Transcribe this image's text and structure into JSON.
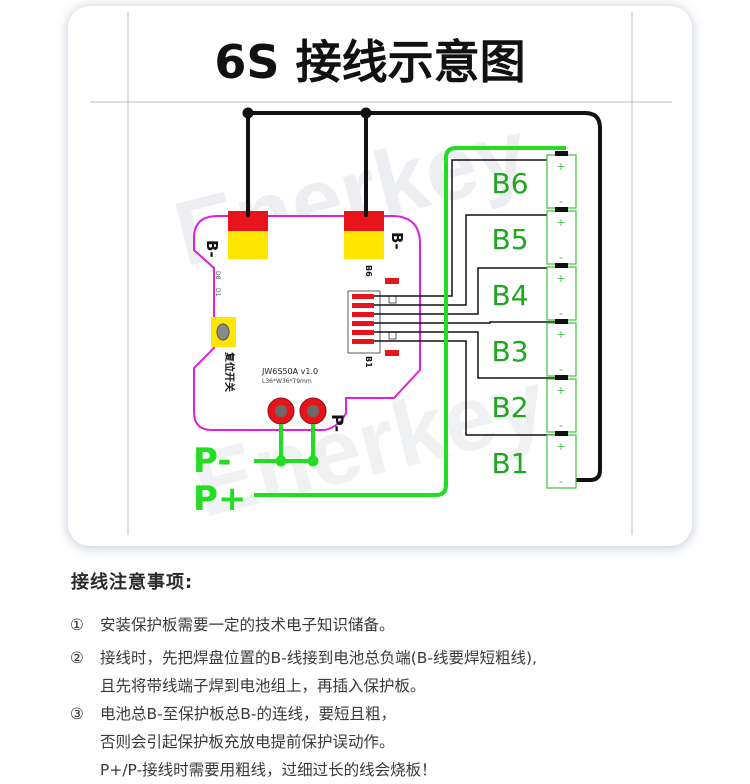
{
  "diagram": {
    "title": "6S 接线示意图",
    "watermark": "Enerkey",
    "board": {
      "model": "JW6S50A v1.0",
      "size": "L36*W36*T9mm",
      "pad_bminus_left": "B-",
      "pad_bminus_right": "B-",
      "pad_pminus": "P-",
      "switch_label": "复位开关",
      "connector_top": "B6",
      "connector_bottom": "B1"
    },
    "terminals": {
      "p_minus": "P-",
      "p_plus": "P+"
    },
    "cells": [
      "B6",
      "B5",
      "B4",
      "B3",
      "B2",
      "B1"
    ],
    "cell_plus": "+",
    "cell_minus": "-",
    "colors": {
      "board_outline": "#e020e0",
      "wire_green": "#22dd22",
      "wire_black": "#111111",
      "pad_red": "#e8141c",
      "pad_yellow": "#ffe600",
      "cell_outline": "#3cc03c",
      "cell_text": "#1ea81e"
    }
  },
  "notes": {
    "title": "接线注意事项:",
    "items": [
      {
        "num": "①",
        "lines": [
          "安装保护板需要一定的技术电子知识储备。"
        ]
      },
      {
        "num": "②",
        "lines": [
          "接线时，先把焊盘位置的B-线接到电池总负端(B-线要焊短粗线),",
          "且先将带线端子焊到电池组上，再插入保护板。"
        ]
      },
      {
        "num": "③",
        "lines": [
          "电池总B-至保护板总B-的连线，要短且粗，",
          "否则会引起保护板充放电提前保护误动作。",
          "P+/P-接线时需要用粗线，过细过长的线会烧板！"
        ]
      }
    ]
  }
}
